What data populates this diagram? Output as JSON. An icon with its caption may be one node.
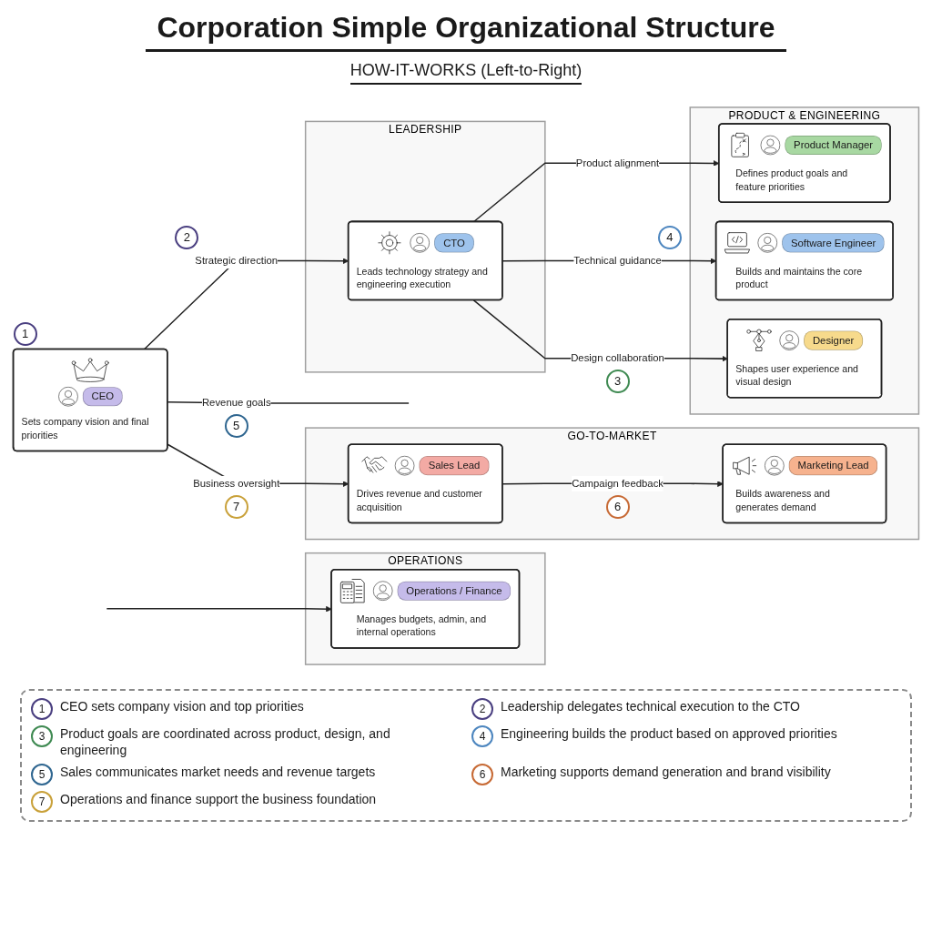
{
  "diagram": {
    "title": "Corporation Simple Organizational Structure",
    "nodes": [
      {
        "text": [
          "CEO",
          "Sets company vision and final priorities"
        ],
        "beside": [
          "1"
        ]
      },
      {
        "text": [
          "LEADERSHIP"
        ]
      },
      {
        "text": [
          "CTO",
          "Leads technology strategy and engineering execution"
        ],
        "in": 1
      },
      {
        "text": [
          "PRODUCT & ENGINEERING"
        ]
      },
      {
        "text": [
          "Product Manager",
          "Defines product goals and feature priorities"
        ],
        "in": 3
      },
      {
        "text": [
          "Software Engineer",
          "Builds and maintains the core product"
        ],
        "in": 3
      },
      {
        "text": [
          "Designer",
          "Shapes user experience and visual design"
        ],
        "in": 3
      },
      {
        "text": [
          "GO-TO-MARKET"
        ]
      },
      {
        "text": [
          "Sales Lead",
          "Drives revenue and customer acquisition"
        ],
        "in": 7
      },
      {
        "text": [
          "Marketing Lead",
          "Builds awareness and generates demand"
        ],
        "in": 7
      },
      {
        "text": [
          "OPERATIONS"
        ]
      },
      {
        "text": [
          "Operations / Finance",
          "Manages budgets, admin, and internal operations"
        ],
        "in": 10
      }
    ],
    "edges": [
      {
        "from": 0,
        "to": 2,
        "label": "Strategic direction",
        "arrow": "to"
      },
      {
        "from": 0,
        "to": null,
        "label": "Revenue goals",
        "arrow": "none"
      },
      {
        "from": 0,
        "to": 8,
        "label": "Business oversight",
        "arrow": "to"
      },
      {
        "from": 2,
        "to": 4,
        "label": "Product alignment",
        "arrow": "to"
      },
      {
        "from": 2,
        "to": 5,
        "label": "Technical guidance",
        "arrow": "to"
      },
      {
        "from": 2,
        "to": 6,
        "label": "Design collaboration",
        "arrow": "to"
      },
      {
        "from": 8,
        "to": 9,
        "label": "Campaign feedback",
        "arrow": "to"
      },
      {
        "from": null,
        "to": 11,
        "arrow": "to"
      }
    ],
    "labels": [
      "HOW-IT-WORKS (Left-to-Right)",
      "2",
      "4",
      "3",
      "5",
      "7",
      "6",
      "1",
      "2",
      "3",
      "4",
      "5",
      "6",
      "7"
    ],
    "legend": [
      {
        "text": "CEO sets company vision and top priorities"
      },
      {
        "text": "Leadership delegates technical execution to the CTO"
      },
      {
        "text": "Product goals are coordinated across product, design, and engineering"
      },
      {
        "text": "Engineering builds the product based on approved priorities"
      },
      {
        "text": "Sales communicates market needs and revenue targets"
      },
      {
        "text": "Marketing supports demand generation and brand visibility"
      },
      {
        "text": "Operations and finance support the business foundation"
      }
    ]
  }
}
